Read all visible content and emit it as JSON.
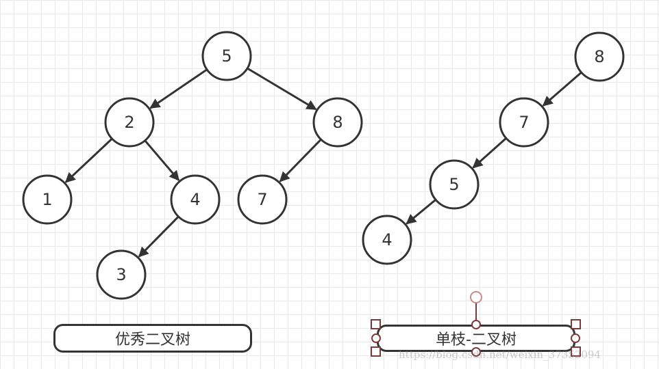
{
  "diagram": {
    "left_tree": {
      "nodes": [
        {
          "id": "l5",
          "label": "5"
        },
        {
          "id": "l2",
          "label": "2"
        },
        {
          "id": "l8",
          "label": "8"
        },
        {
          "id": "l1",
          "label": "1"
        },
        {
          "id": "l4",
          "label": "4"
        },
        {
          "id": "l7",
          "label": "7"
        },
        {
          "id": "l3",
          "label": "3"
        }
      ],
      "edges": [
        [
          "l5",
          "l2"
        ],
        [
          "l5",
          "l8"
        ],
        [
          "l2",
          "l1"
        ],
        [
          "l2",
          "l4"
        ],
        [
          "l8",
          "l7"
        ],
        [
          "l4",
          "l3"
        ]
      ],
      "caption": "优秀二叉树"
    },
    "right_tree": {
      "nodes": [
        {
          "id": "r8",
          "label": "8"
        },
        {
          "id": "r7",
          "label": "7"
        },
        {
          "id": "r5",
          "label": "5"
        },
        {
          "id": "r4",
          "label": "4"
        }
      ],
      "edges": [
        [
          "r8",
          "r7"
        ],
        [
          "r7",
          "r5"
        ],
        [
          "r5",
          "r4"
        ]
      ],
      "caption": "单枝-二叉树"
    },
    "colors": {
      "stroke": "#333333",
      "selection": "#7a3a3a"
    }
  },
  "watermark": "https://blog.csdn.net/weixin_37352094"
}
